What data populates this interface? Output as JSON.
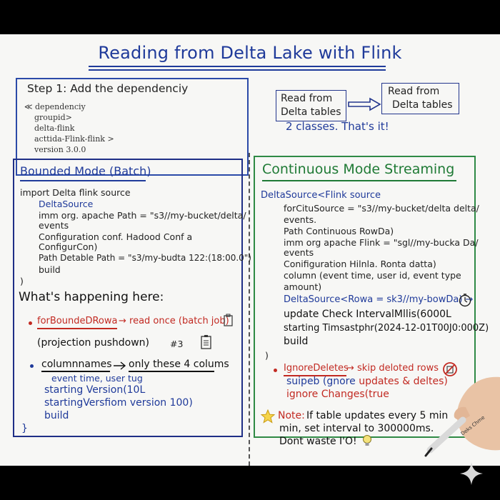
{
  "title": "Reading from Delta Lake with Flink",
  "step1": {
    "heading": "Step 1: Add the dependenciy",
    "lines": [
      "≪ dependenciy",
      "groupid>",
      "delta-flink",
      "acttida-Flink-flink >",
      "version 3.0.0"
    ]
  },
  "flow": {
    "box1": [
      "Read from",
      "Delta tables"
    ],
    "box2": [
      "Read from",
      "Delta tables"
    ],
    "caption": "2 classes. That's it!"
  },
  "bounded": {
    "heading": "Bounded Mode (Batch)",
    "code": [
      "import Delta flink source",
      "DeltaSource",
      "imm org. apache Path = \"s3//my-bucket/delta/",
      "events",
      "Configuration conf.  Hadood Conf a",
      "ConfigurCon)",
      "Path Detable  Path = \"s3/my-budta 122:(18:00.0\")",
      "build",
      ")"
    ],
    "whats_happening": "What's happening here:",
    "bullet1_term": "forBoundeDRowa",
    "bullet1_rest": "→ read once (batch job)",
    "projection": "(projection pushdown)",
    "note_num": "#3",
    "bullet2_term": "columnnames",
    "bullet2_rest": "only these 4 colums",
    "sub": [
      "event time, user tug",
      "starting Version(10L",
      "startingVersfiom version 100)",
      "build",
      "}"
    ]
  },
  "continuous": {
    "heading": "Continuous Mode Streaming",
    "code": [
      "DeltaSource<Flink  source",
      "forCituSource = \"s3//my-bucket/delta delta/",
      "events.",
      "Path Continuous RowDa)",
      "imm org apache Flink = \"sgl//my-bucka Da/",
      "events",
      "Conifiguration Hilnla.  Ronta datta)",
      " column (event time, user id, event type",
      "amount)",
      "DeltaSource<Rowa = sk3//my-bowDa) →",
      "update Check IntervalMllis(6000L",
      "starting Timsastphr(2024-12-01T00J0:000Z)",
      "build",
      ")"
    ],
    "bullet_term": "IgnoreDeletes",
    "bullet_rest": "→ skip deloted rows",
    "sub1_pre": "suipeb (gnore ",
    "sub1_post": "updates & deltes)",
    "sub2": "ignore Changes(true",
    "note_label": "Note:",
    "note_text": [
      " If table updates every 5 min",
      "min, set interval to 300000ms.",
      "Dont waste I'O!"
    ],
    "marker_label": "Deks Chme"
  },
  "colors": {
    "blue": "#1f3a9a",
    "green": "#1f7a35",
    "red": "#c22a22",
    "ink": "#222222"
  }
}
